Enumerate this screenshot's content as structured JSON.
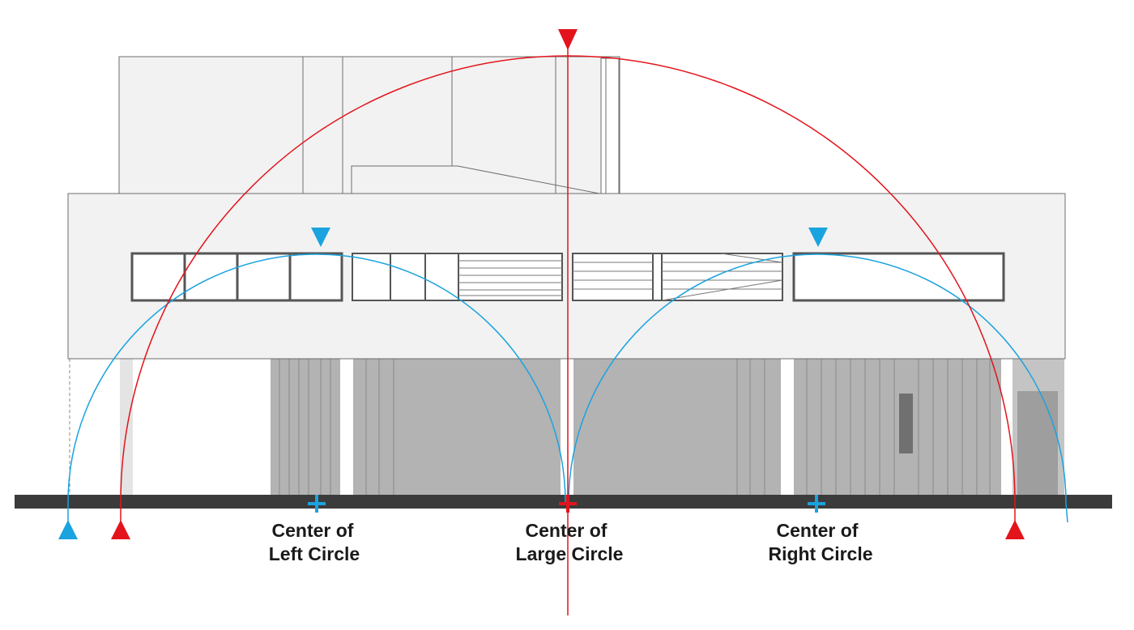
{
  "labels": {
    "left_center": [
      "Center of",
      "Left Circle"
    ],
    "large_center": [
      "Center of",
      "Large Circle"
    ],
    "right_center": [
      "Center of",
      "Right Circle"
    ]
  },
  "colors": {
    "red": "#e3141c",
    "blue": "#1aa3df",
    "ground": "#3b3b3b",
    "wall": "#f2f2f2",
    "outline": "#6e6e6e",
    "window_frame": "#555555",
    "ground_floor_dark": "#b3b3b3",
    "ground_floor_light": "#e4e4e4"
  }
}
